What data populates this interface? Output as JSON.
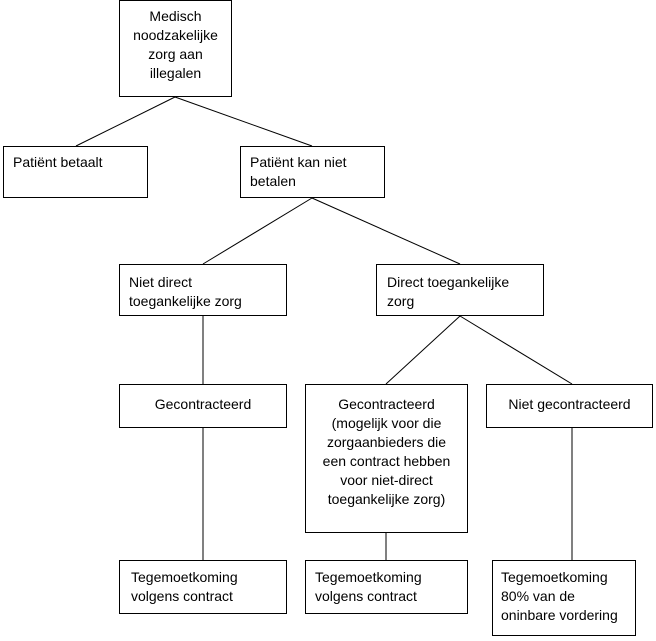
{
  "nodes": {
    "root": "Medisch\nnoodzakelijke\nzorg aan\nillegalen",
    "patient_pays": "Patiënt betaalt",
    "patient_cannot_pay": "Patiënt kan niet\nbetalen",
    "not_direct_care": "Niet direct\ntoegankelijke zorg",
    "direct_care": "Direct toegankelijke\nzorg",
    "contracted_1": "Gecontracteerd",
    "contracted_2": "Gecontracteerd\n(mogelijk voor die\nzorgaanbieders die\neen contract hebben\nvoor niet-direct\ntoegankelijke zorg)",
    "not_contracted": "Niet gecontracteerd",
    "compensation_1": "Tegemoetkoming\nvolgens contract",
    "compensation_2": "Tegemoetkoming\nvolgens contract",
    "compensation_3": "Tegemoetkoming\n80% van de\noninbare vordering"
  },
  "colors": {
    "line": "#000000",
    "background": "#ffffff"
  }
}
